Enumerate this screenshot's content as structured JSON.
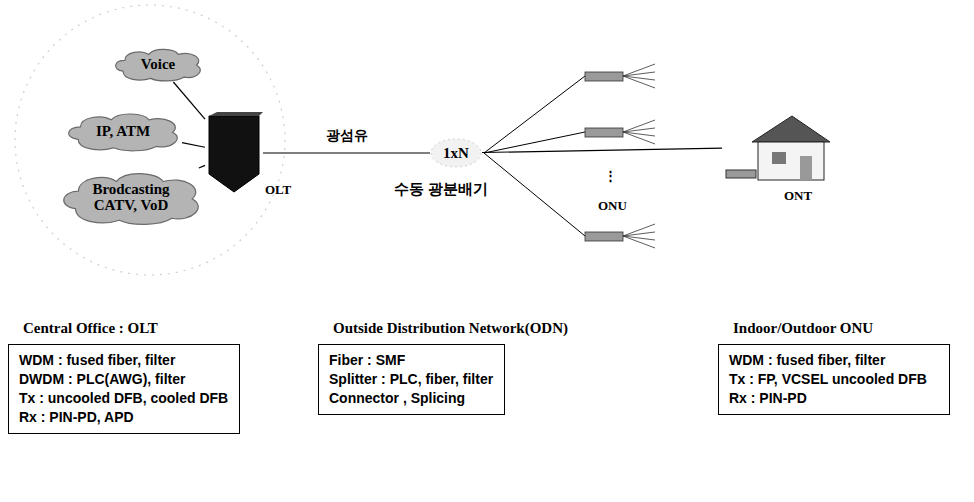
{
  "diagram": {
    "nodes": [
      {
        "text": [
          "Voice"
        ]
      },
      {
        "text": [
          "IP, ATM"
        ]
      },
      {
        "text": [
          "Brodcasting CATV, VoD"
        ]
      },
      {
        "text": [
          "OLT"
        ]
      },
      {
        "text": [
          "1xN",
          "수동 광분배기"
        ]
      },
      {
        "text": [
          "ONT"
        ]
      },
      {
        "text": [
          "Central Office : OLT",
          "WDM : fused fiber, filter",
          "DWDM : PLC(AWG), filter",
          "Tx : uncooled DFB, cooled DFB",
          "Rx : PIN-PD, APD"
        ]
      },
      {
        "text": [
          "Outside Distribution Network(ODN)",
          "Fiber : SMF",
          "Splitter : PLC, fiber, filter",
          "Connector , Splicing"
        ]
      },
      {
        "text": [
          "Indoor/Outdoor ONU",
          "WDM : fused fiber, filter",
          "Tx : FP, VCSEL uncooled DFB",
          "Rx : PIN-PD"
        ]
      }
    ],
    "edges": [
      {
        "from": 0,
        "to": 3,
        "arrow": "none"
      },
      {
        "from": 1,
        "to": 3,
        "arrow": "none"
      },
      {
        "from": 2,
        "to": 3,
        "arrow": "none"
      },
      {
        "from": 3,
        "to": 4,
        "label": "광섬유",
        "arrow": "none"
      },
      {
        "from": 4,
        "to": 5,
        "arrow": "none"
      }
    ],
    "labels": [
      "ONU",
      "⋮"
    ]
  }
}
